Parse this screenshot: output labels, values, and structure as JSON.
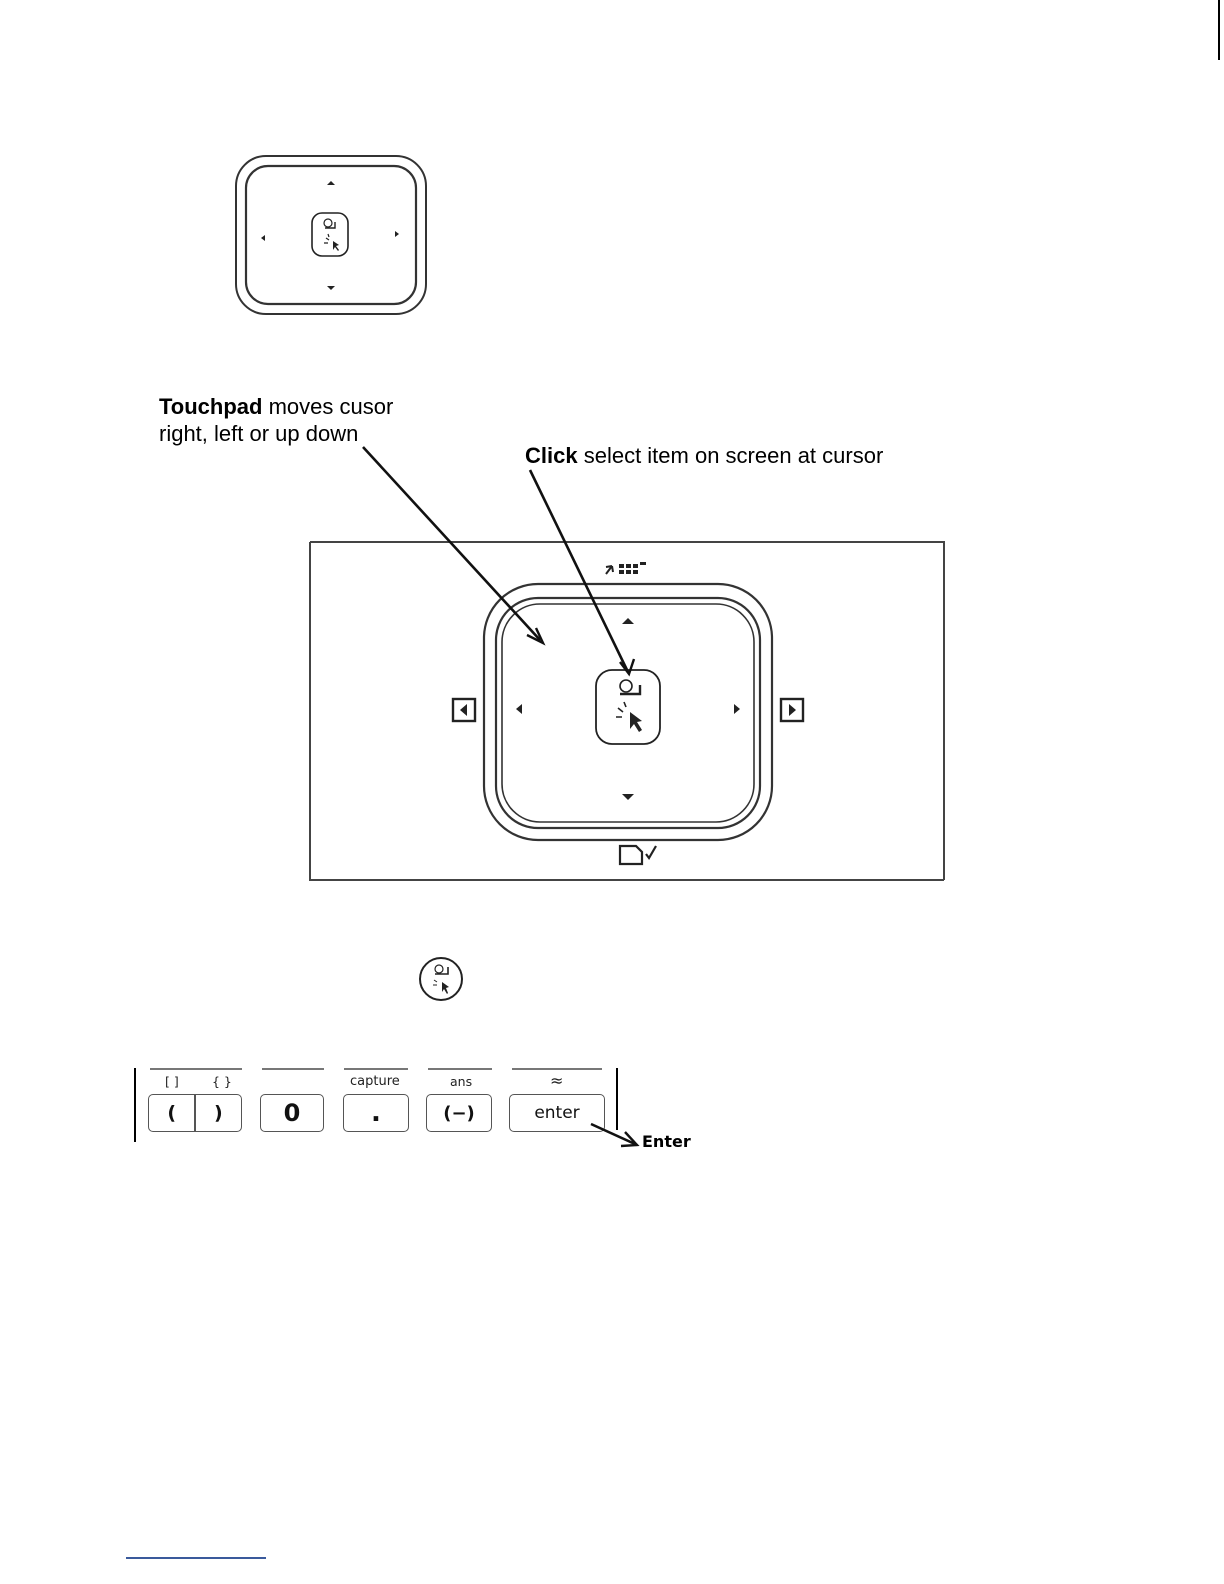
{
  "touchpad_caption": {
    "bold": "Touchpad",
    "rest_line1": " moves cusor",
    "line2": "right, left or up down"
  },
  "click_caption": {
    "bold": "Click",
    "rest": " select item on screen at cursor"
  },
  "keypad": {
    "sub_labels": [
      "[ ]",
      "{ }",
      "capture",
      "ans",
      "≈"
    ],
    "keys": [
      "(",
      ")",
      "0",
      ".",
      "(−)",
      "enter"
    ],
    "enter_callout": "Enter"
  },
  "icons": [
    "up-arrow-icon",
    "down-arrow-icon",
    "left-arrow-icon",
    "right-arrow-icon",
    "click-hand-icon",
    "cursor-pointer-icon",
    "previous-page-icon",
    "next-page-icon",
    "menu-grid-icon",
    "doc-check-icon"
  ]
}
